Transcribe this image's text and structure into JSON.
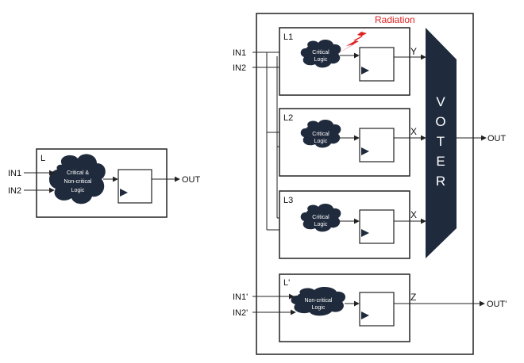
{
  "left": {
    "block": "L",
    "inputs": [
      "IN1",
      "IN2"
    ],
    "cloud": [
      "Critical &",
      "Non-critical",
      "Logic"
    ],
    "output": "OUT"
  },
  "right": {
    "inputs": [
      "IN1",
      "IN2"
    ],
    "blocks": [
      {
        "label": "L1",
        "cloud": [
          "Critical",
          "Logic"
        ],
        "out": "Y"
      },
      {
        "label": "L2",
        "cloud": [
          "Critical",
          "Logic"
        ],
        "out": "X"
      },
      {
        "label": "L3",
        "cloud": [
          "Critical",
          "Logic"
        ],
        "out": "X"
      }
    ],
    "voter": [
      "V",
      "O",
      "T",
      "E",
      "R"
    ],
    "output": "OUT",
    "radiation": "Radiation",
    "noncritical": {
      "label": "L'",
      "inputs": [
        "IN1'",
        "IN2'"
      ],
      "cloud": [
        "Non-critical",
        "Logic"
      ],
      "out": "Z",
      "output": "OUT'"
    }
  },
  "colors": {
    "cloud": "#1f2a3c",
    "voter": "#1f2a3c",
    "radiation": "#e02020",
    "line": "#222222"
  }
}
